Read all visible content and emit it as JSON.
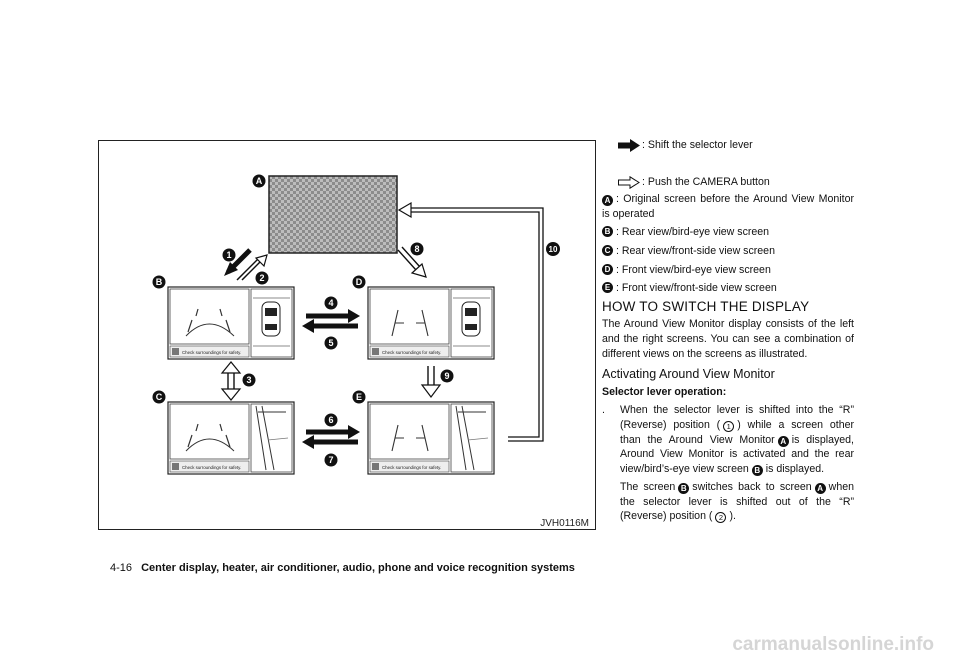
{
  "figure": {
    "code": "JVH0116M",
    "screen_caption": "Check surroundings for safety.",
    "labels": {
      "A": "A",
      "B": "B",
      "C": "C",
      "D": "D",
      "E": "E"
    },
    "steps": {
      "s1": "1",
      "s2": "2",
      "s3": "3",
      "s4": "4",
      "s5": "5",
      "s6": "6",
      "s7": "7",
      "s8": "8",
      "s9": "9",
      "s10": "10"
    }
  },
  "legend": {
    "shift": ": Shift the selector lever",
    "push": ": Push the CAMERA button",
    "items": [
      {
        "key": "A",
        "text": ": Original screen before the Around View Monitor is operated"
      },
      {
        "key": "B",
        "text": ": Rear view/bird-eye view screen"
      },
      {
        "key": "C",
        "text": ": Rear view/front-side view screen"
      },
      {
        "key": "D",
        "text": ": Front view/bird-eye view screen"
      },
      {
        "key": "E",
        "text": ": Front view/front-side view screen"
      }
    ]
  },
  "section": {
    "title": "HOW TO SWITCH THE DISPLAY",
    "intro": "The Around View Monitor display consists of the left and the right screens. You can see a combination of different views on the screens as illustrated.",
    "subtitle": "Activating Around View Monitor",
    "subhead": "Selector lever operation:",
    "bullet": ".",
    "p1": {
      "t1": "When the selector lever is shifted into the “R” (Reverse) position (",
      "n1": "1",
      "t2": ") while a screen other than the Around View Monitor",
      "k1": "A",
      "t3": "is displayed, Around View Monitor is activated and the rear view/bird’s-eye view screen",
      "k2": "B",
      "t4": "is displayed."
    },
    "p2": {
      "t1": "The screen",
      "k1": "B",
      "t2": "switches back to screen",
      "k2": "A",
      "t3": "when the selector lever is shifted out of the “R” (Reverse) position (",
      "n1": "2",
      "t4": ")."
    }
  },
  "footer": {
    "page": "4-16",
    "title": "Center display, heater, air conditioner, audio, phone and voice recognition systems"
  },
  "watermark": "carmanualsonline.info"
}
